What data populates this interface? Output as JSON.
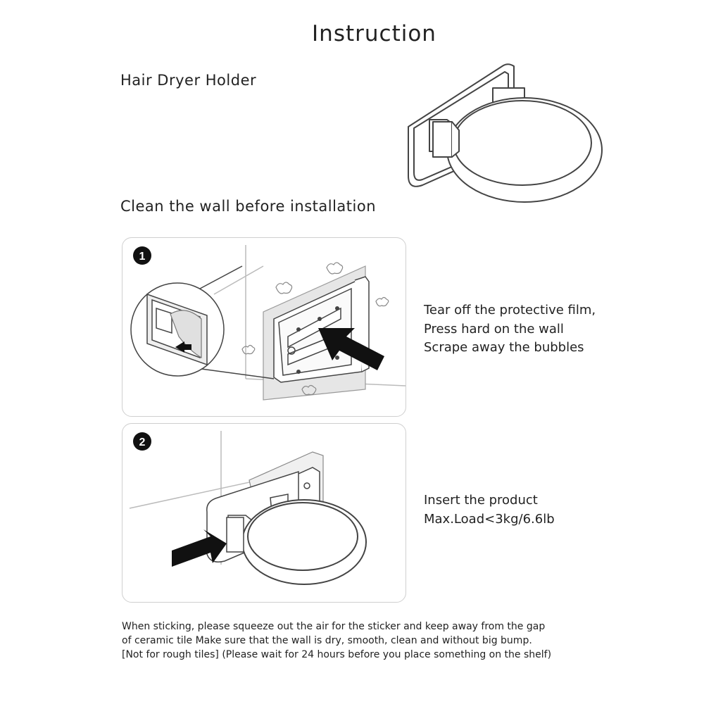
{
  "title": "Instruction",
  "product_name": "Hair Dryer Holder",
  "prep_heading": "Clean the wall before installation",
  "steps": [
    {
      "number": "1",
      "lines": [
        "Tear off the protective film,",
        "Press hard on the wall",
        "Scrape away the bubbles"
      ]
    },
    {
      "number": "2",
      "lines": [
        "Insert the product",
        "Max.Load<3kg/6.6lb"
      ]
    }
  ],
  "note_lines": [
    "When sticking, please squeeze out the air for the sticker and keep away from the gap",
    "of ceramic tile Make sure that the wall is dry, smooth, clean and without big bump.",
    "[Not for rough tiles] (Please wait for 24 hours before you place something on the shelf)"
  ],
  "colors": {
    "line": "#444444",
    "panel_border": "#cfcfcf",
    "sticker": "#e6e6e6",
    "arrow": "#111111"
  }
}
